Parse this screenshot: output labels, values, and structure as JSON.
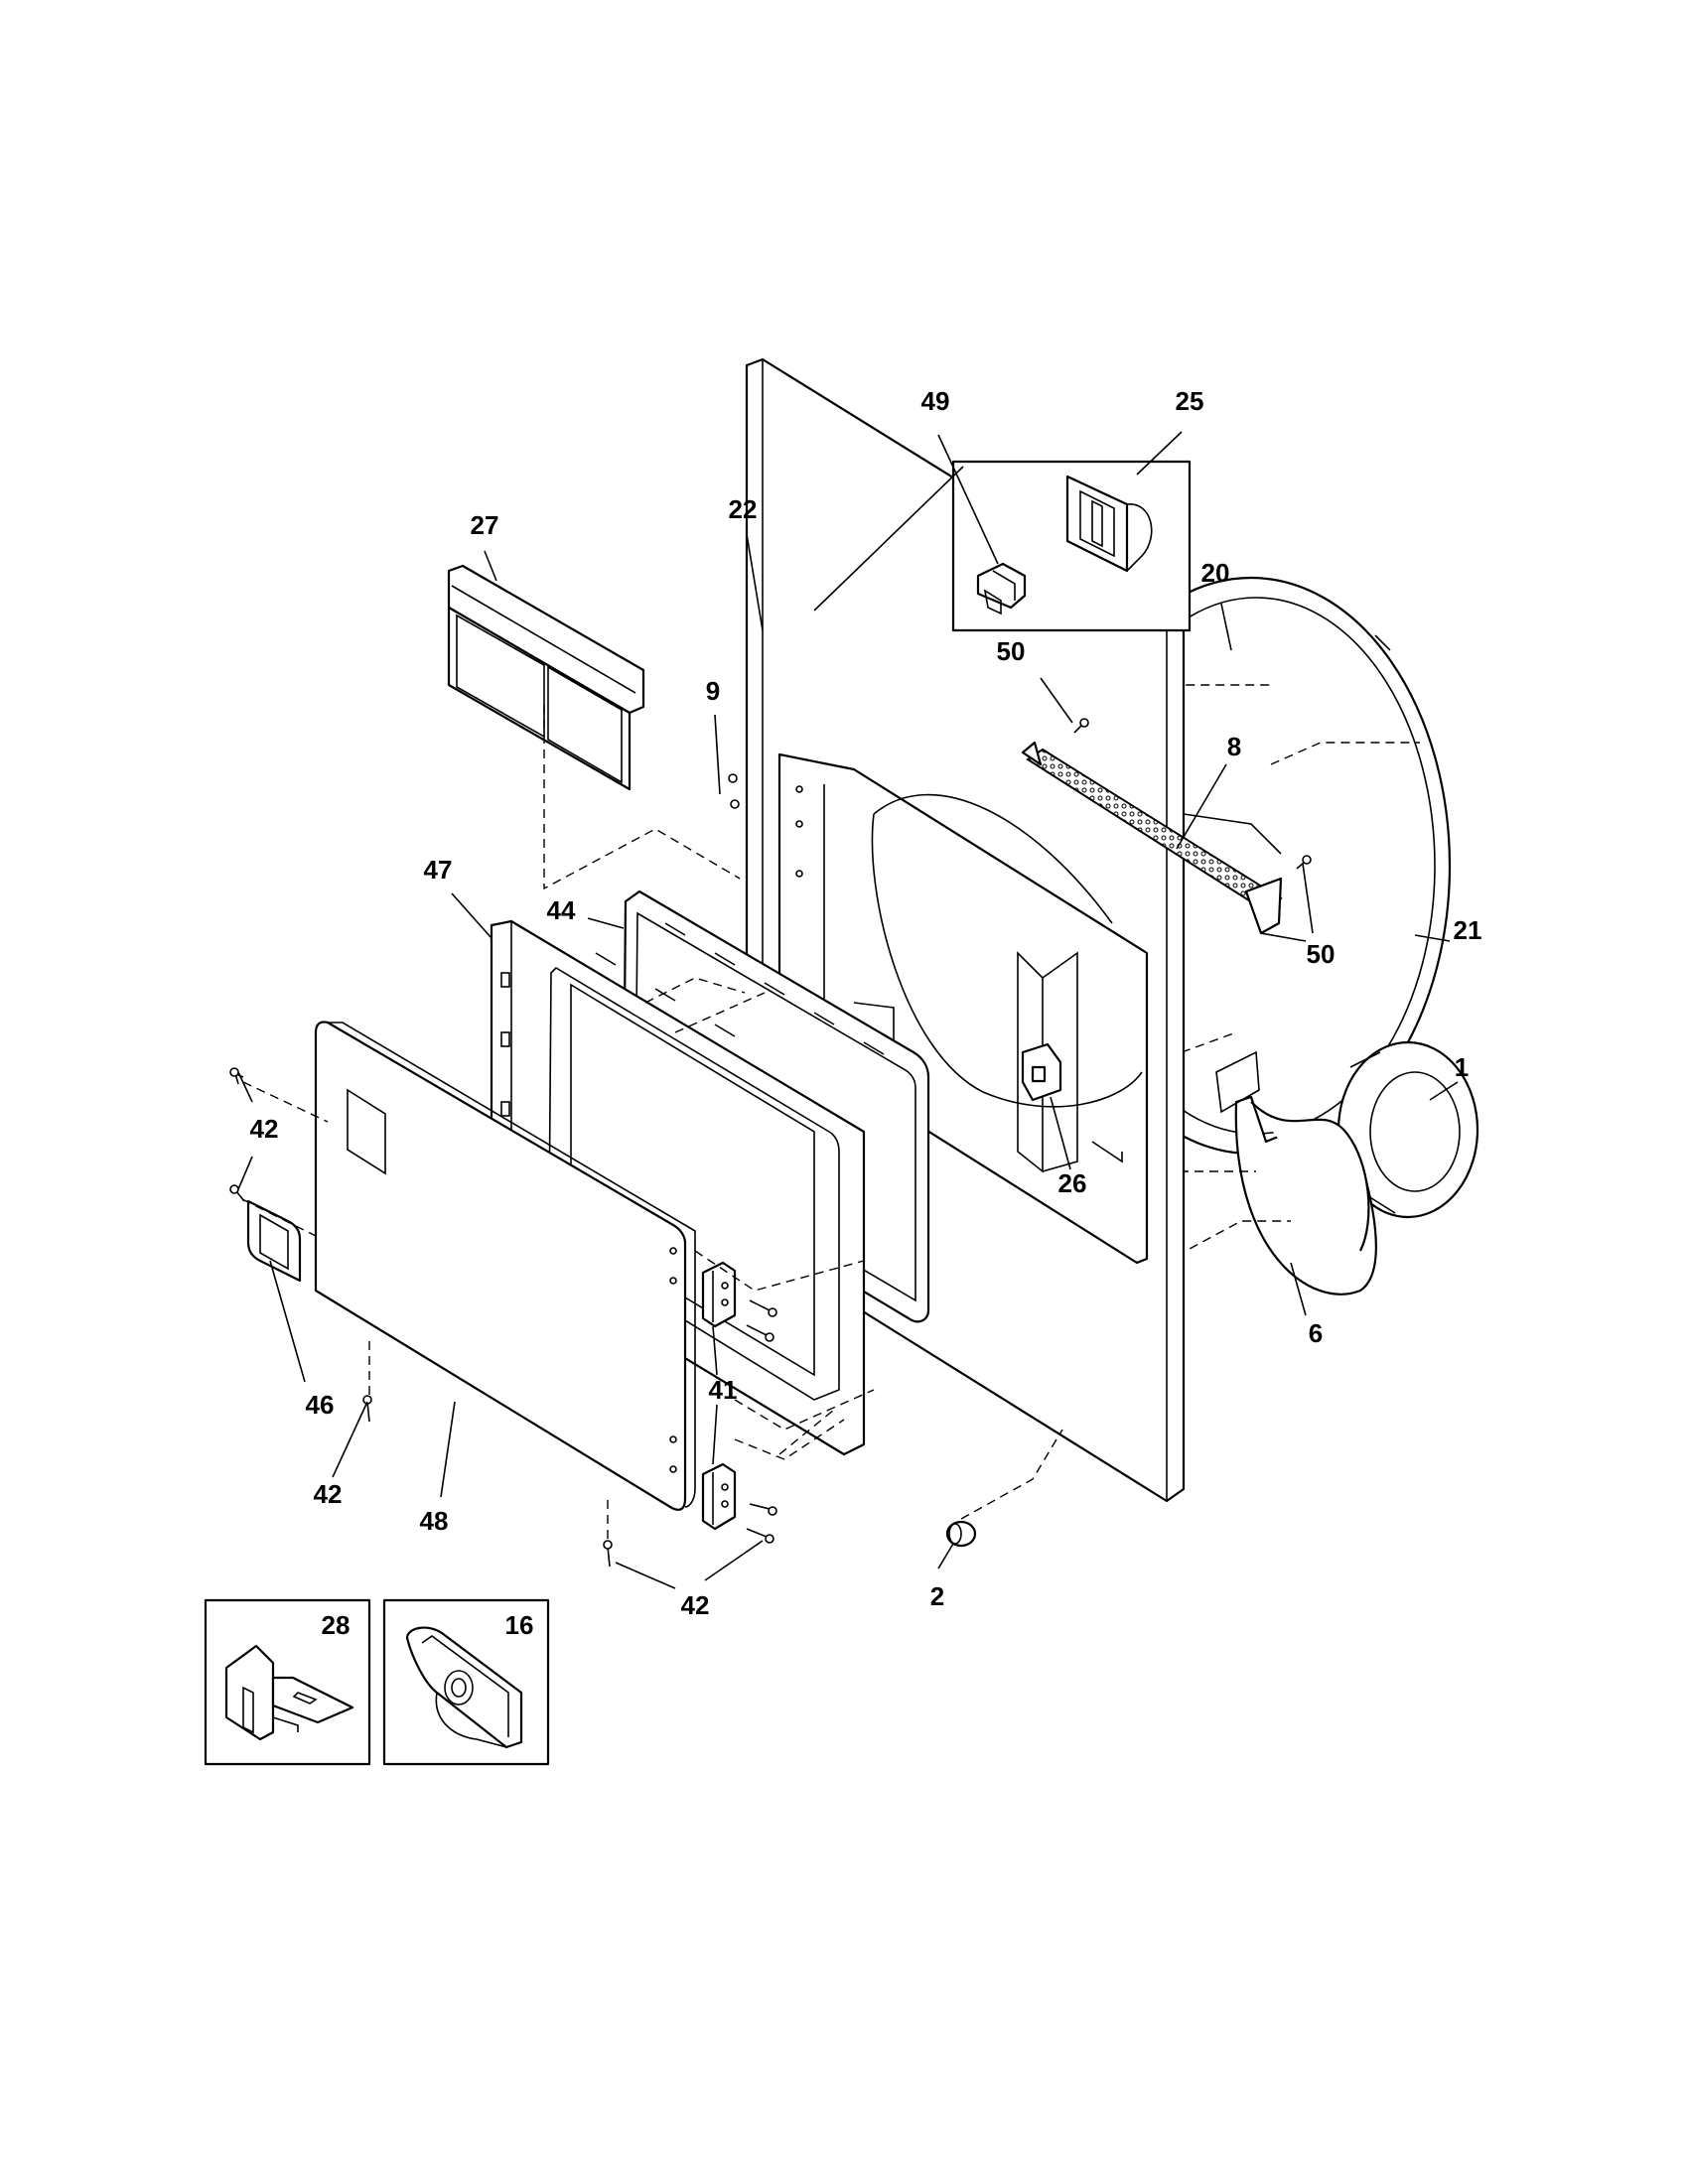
{
  "labels": {
    "p49": "49",
    "p25": "25",
    "p27": "27",
    "p22": "22",
    "p20": "20",
    "p50a": "50",
    "p9": "9",
    "p8": "8",
    "p47": "47",
    "p44": "44",
    "p50b": "50",
    "p21": "21",
    "p1": "1",
    "p42a": "42",
    "p26": "26",
    "p6": "6",
    "p46": "46",
    "p41": "41",
    "p42b": "42",
    "p48": "48",
    "p2": "2",
    "p42c": "42",
    "p28": "28",
    "p16": "16"
  }
}
